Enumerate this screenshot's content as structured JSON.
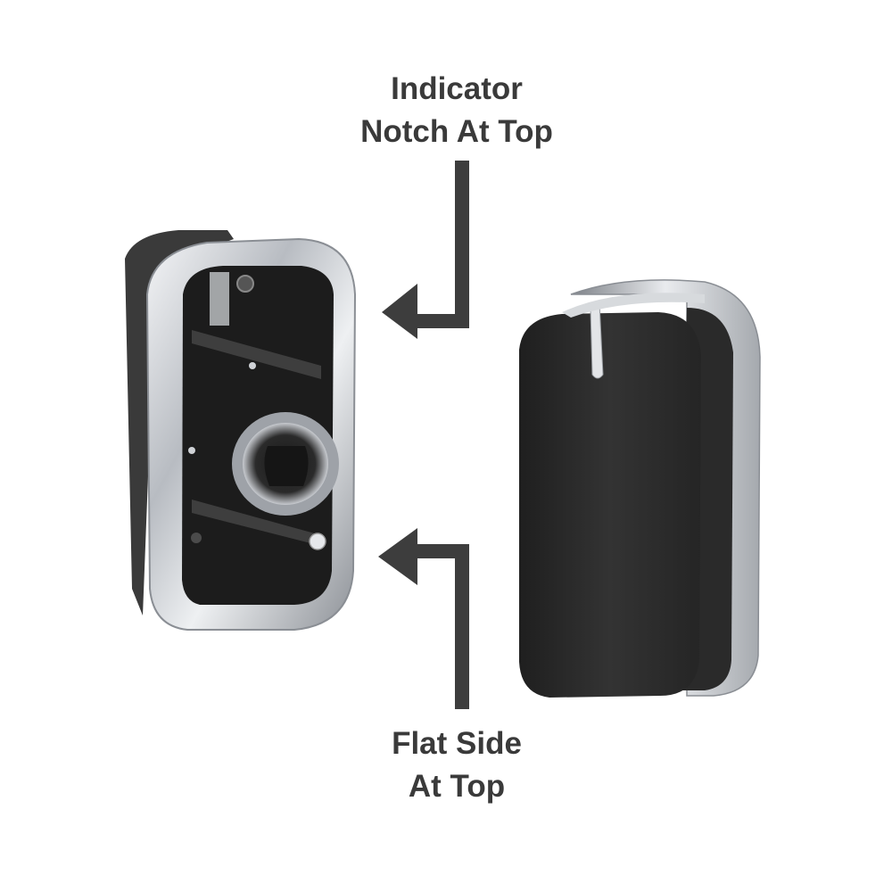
{
  "labels": {
    "top": {
      "line1": "Indicator",
      "line2": "Notch At Top"
    },
    "bottom": {
      "line1": "Flat Side",
      "line2": "At Top"
    }
  },
  "colors": {
    "background": "#ffffff",
    "arrow": "#3d3d3d",
    "text": "#3a3a3a",
    "chrome": "#c9ccd0",
    "knob_body": "#2b2b2b"
  },
  "icons": {
    "top_arrow": "arrow-left-icon",
    "bottom_arrow": "arrow-left-icon"
  }
}
